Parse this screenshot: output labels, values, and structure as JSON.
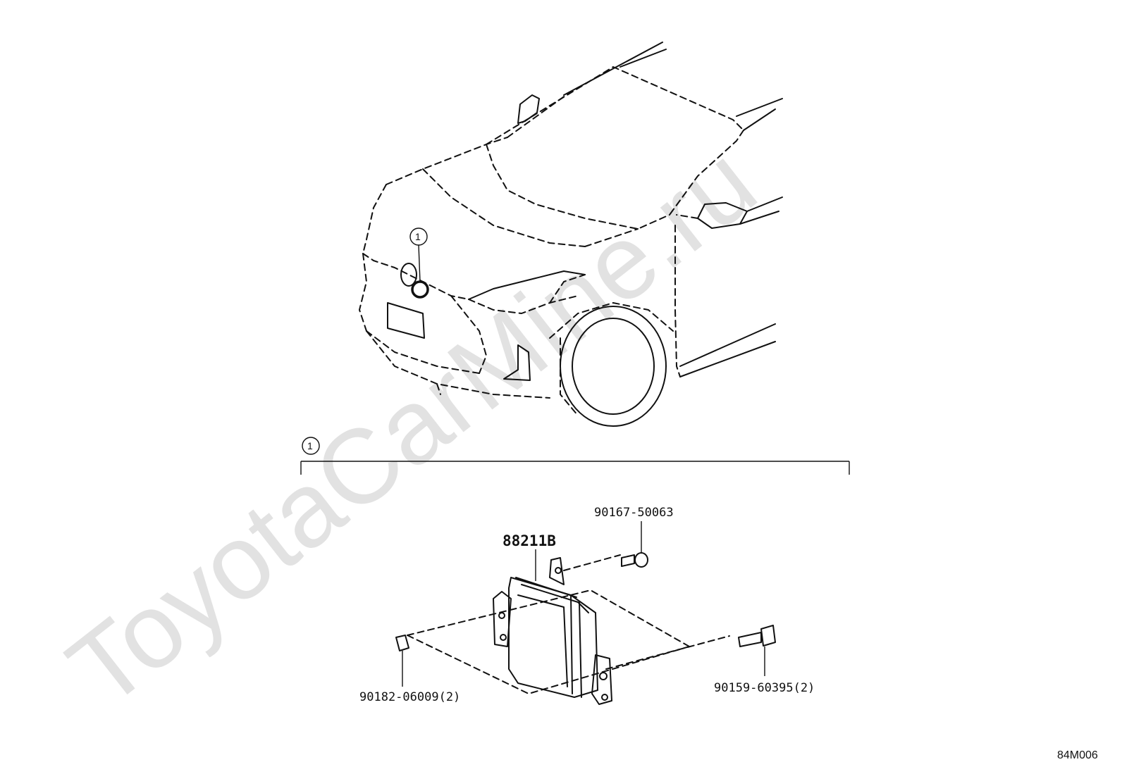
{
  "watermark": "ToyotaCarMine.ru",
  "callout_number": "1",
  "parts": {
    "main_unit": "88211B",
    "screw_top": "90167-50063",
    "clip_left": "90182-06009(2)",
    "bolt_right": "90159-60395(2)"
  },
  "figure_ref": "84M006",
  "icons": {
    "car": "car-outline-icon",
    "sensor": "radar-sensor-icon",
    "screw": "screw-icon",
    "bolt": "bolt-icon",
    "clip": "nut-clip-icon"
  }
}
